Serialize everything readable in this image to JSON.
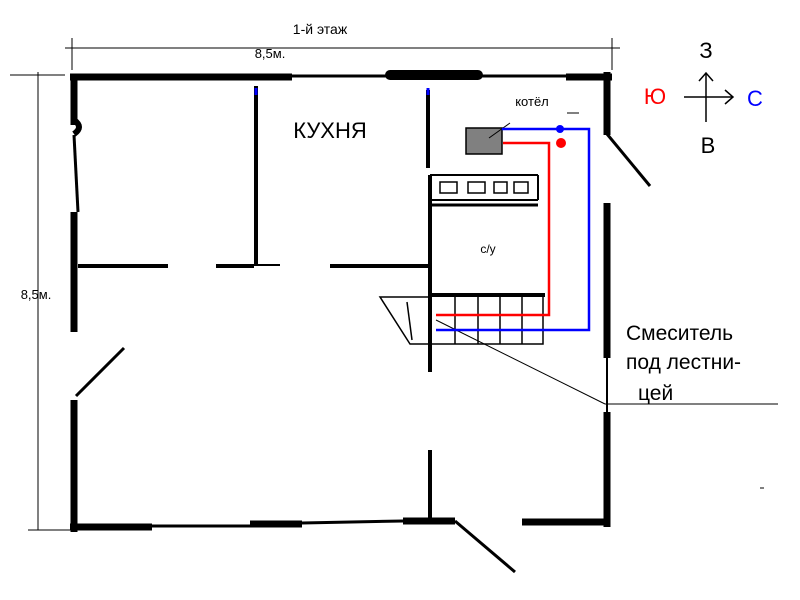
{
  "plan": {
    "title": "1-й этаж",
    "width_label": "8,5м.",
    "height_label": "8,5м.",
    "kitchen_label": "КУХНЯ",
    "boiler_label": "котёл",
    "bathroom_label": "с/у",
    "mixer_note_lines": [
      "Смеситель",
      "под лестни-",
      "цей"
    ]
  },
  "compass": {
    "north": "З",
    "west": "Ю",
    "east": "С",
    "south": "В"
  },
  "colors": {
    "wall": "#000000",
    "hot_pipe": "#ff0000",
    "cold_pipe": "#0000ff",
    "boiler_fill": "#808080"
  }
}
